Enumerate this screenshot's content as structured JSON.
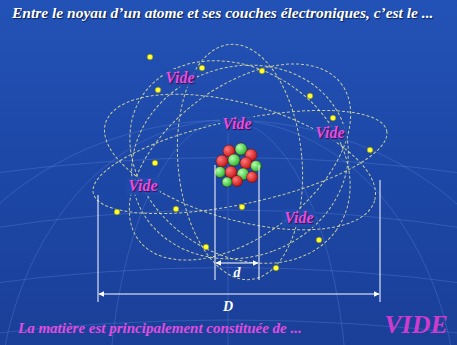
{
  "diagram": {
    "title": "Entre le noyau d’un atome et ses couches électroniques, c’est le ...",
    "caption": "La matière est principalement constituée de ...",
    "labels": [
      "Vide",
      "Vide",
      "Vide",
      "Vide",
      "Vide",
      "d",
      "D",
      "VIDE"
    ]
  }
}
